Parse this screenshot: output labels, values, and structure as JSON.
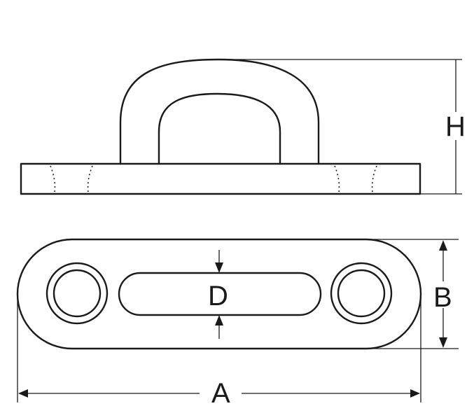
{
  "labels": {
    "height": "H",
    "slot_width": "D",
    "width": "B",
    "length": "A"
  }
}
